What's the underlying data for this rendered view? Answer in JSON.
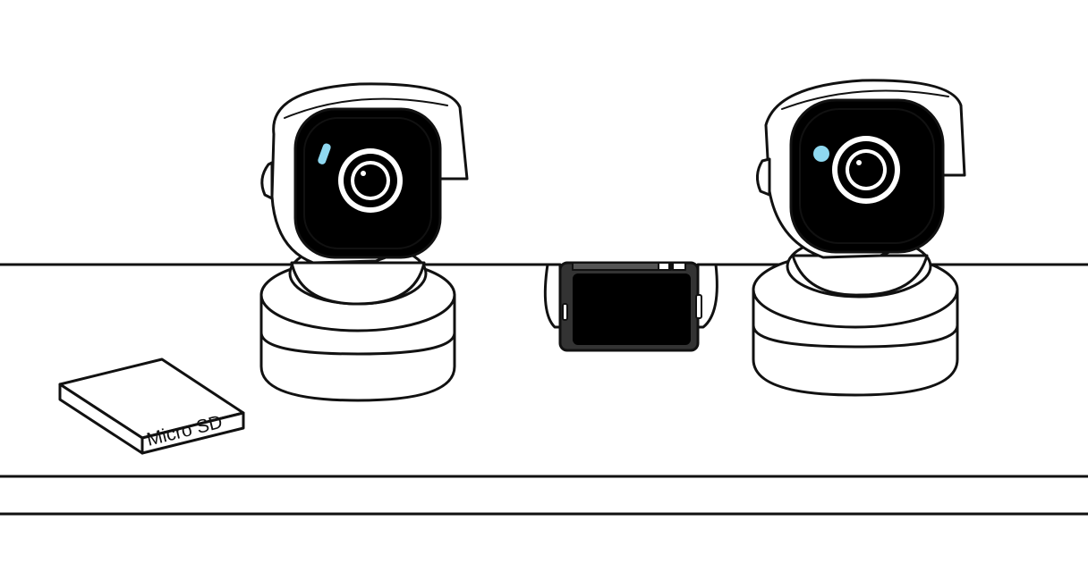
{
  "scene": {
    "background": "#ffffff",
    "ink_color": "#111111",
    "lens_color": "#000000",
    "indicator_color": "#8fd8f0"
  },
  "objects": {
    "left_camera": {
      "type": "pan-tilt security camera",
      "icon": "security-camera-icon"
    },
    "right_camera": {
      "type": "pan-tilt security camera",
      "icon": "security-camera-icon"
    },
    "phone": {
      "type": "smartphone (landscape)",
      "icon": "smartphone-icon"
    },
    "sd_card": {
      "label": "Micro SD",
      "icon": "micro-sd-card-icon"
    }
  }
}
